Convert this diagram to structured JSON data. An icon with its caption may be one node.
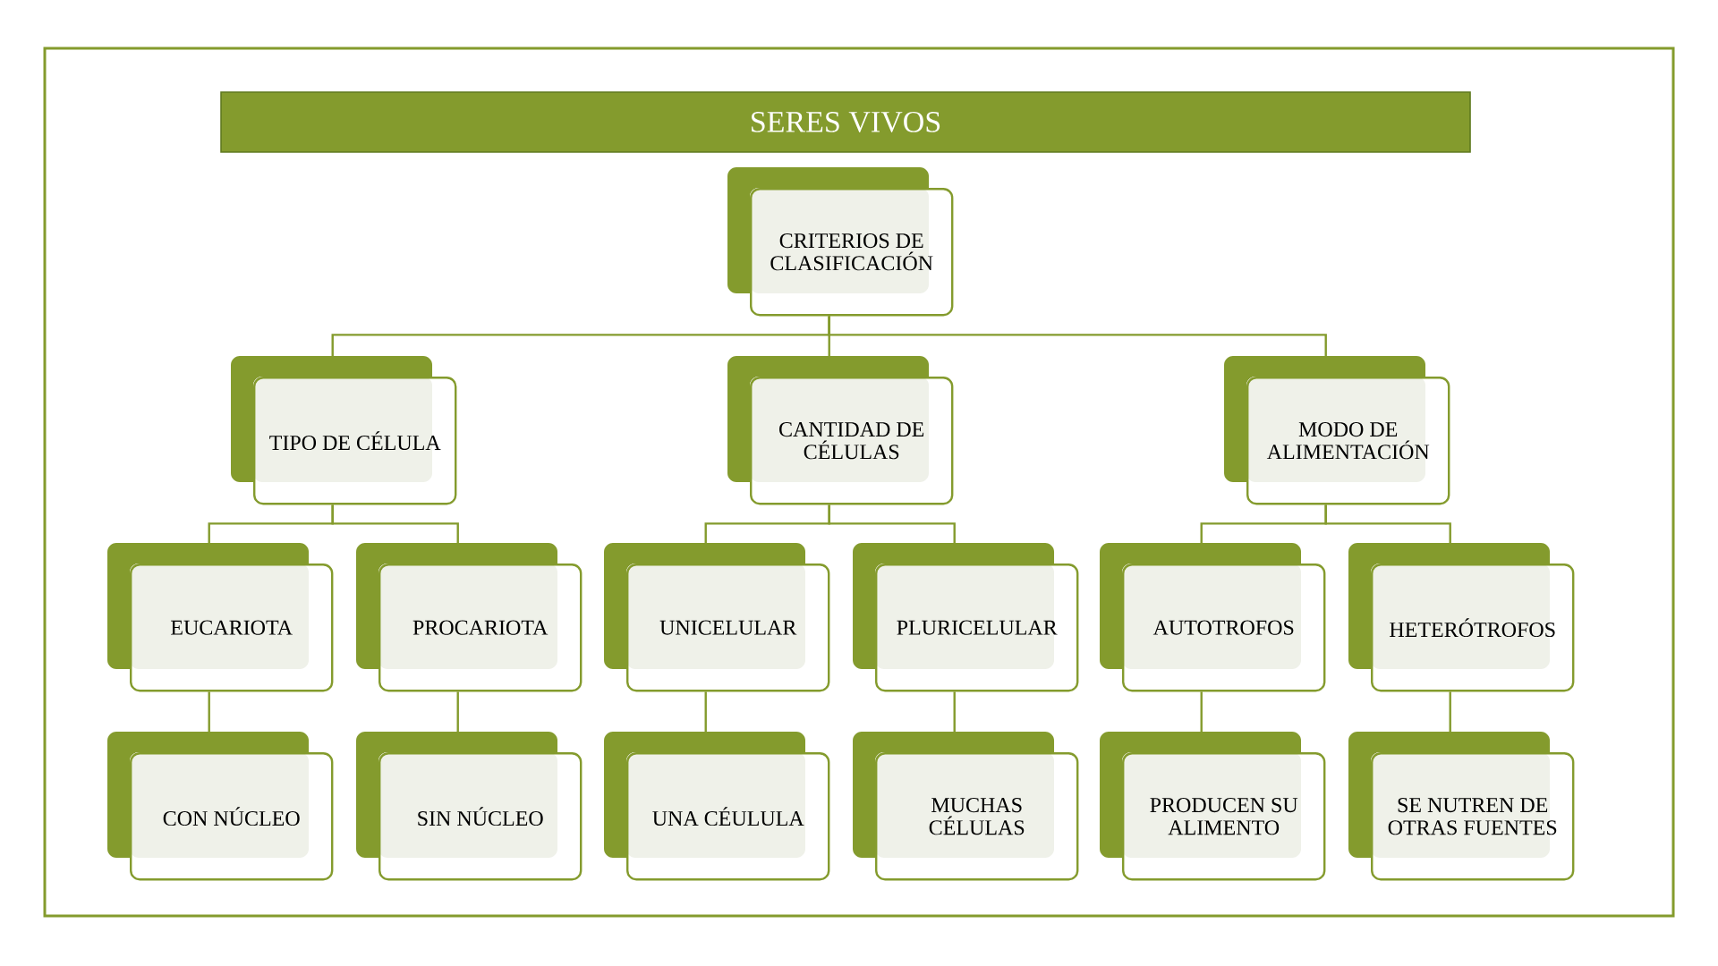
{
  "diagram": {
    "title": "SERES VIVOS",
    "nodes": [
      {
        "text": [
          "CRITERIOS DE CLASIFICACIÓN"
        ]
      },
      {
        "text": [
          "TIPO DE CÉLULA"
        ]
      },
      {
        "text": [
          "CANTIDAD DE CÉLULAS"
        ]
      },
      {
        "text": [
          "MODO DE ALIMENTACIÓN"
        ]
      },
      {
        "text": [
          "EUCARIOTA"
        ]
      },
      {
        "text": [
          "PROCARIOTA"
        ]
      },
      {
        "text": [
          "UNICELULAR"
        ]
      },
      {
        "text": [
          "PLURICELULAR"
        ]
      },
      {
        "text": [
          "AUTOTROFOS"
        ]
      },
      {
        "text": [
          "HETERÓTROFOS"
        ]
      },
      {
        "text": [
          "CON NÚCLEO"
        ]
      },
      {
        "text": [
          "SIN NÚCLEO"
        ]
      },
      {
        "text": [
          "UNA CÉULULA"
        ]
      },
      {
        "text": [
          "MUCHAS CÉLULAS"
        ]
      },
      {
        "text": [
          "PRODUCEN SU ALIMENTO"
        ]
      },
      {
        "text": [
          "SE NUTREN DE OTRAS FUENTES"
        ]
      }
    ],
    "edges": [
      {
        "from": 0,
        "to": 1,
        "arrow": "none"
      },
      {
        "from": 0,
        "to": 2,
        "arrow": "none"
      },
      {
        "from": 0,
        "to": 3,
        "arrow": "none"
      },
      {
        "from": 1,
        "to": 4,
        "arrow": "none"
      },
      {
        "from": 1,
        "to": 5,
        "arrow": "none"
      },
      {
        "from": 2,
        "to": 6,
        "arrow": "none"
      },
      {
        "from": 2,
        "to": 7,
        "arrow": "none"
      },
      {
        "from": 3,
        "to": 8,
        "arrow": "none"
      },
      {
        "from": 3,
        "to": 9,
        "arrow": "none"
      },
      {
        "from": 4,
        "to": 10,
        "arrow": "none"
      },
      {
        "from": 5,
        "to": 11,
        "arrow": "none"
      },
      {
        "from": 6,
        "to": 12,
        "arrow": "none"
      },
      {
        "from": 7,
        "to": 13,
        "arrow": "none"
      },
      {
        "from": 8,
        "to": 14,
        "arrow": "none"
      },
      {
        "from": 9,
        "to": 15,
        "arrow": "none"
      }
    ]
  }
}
